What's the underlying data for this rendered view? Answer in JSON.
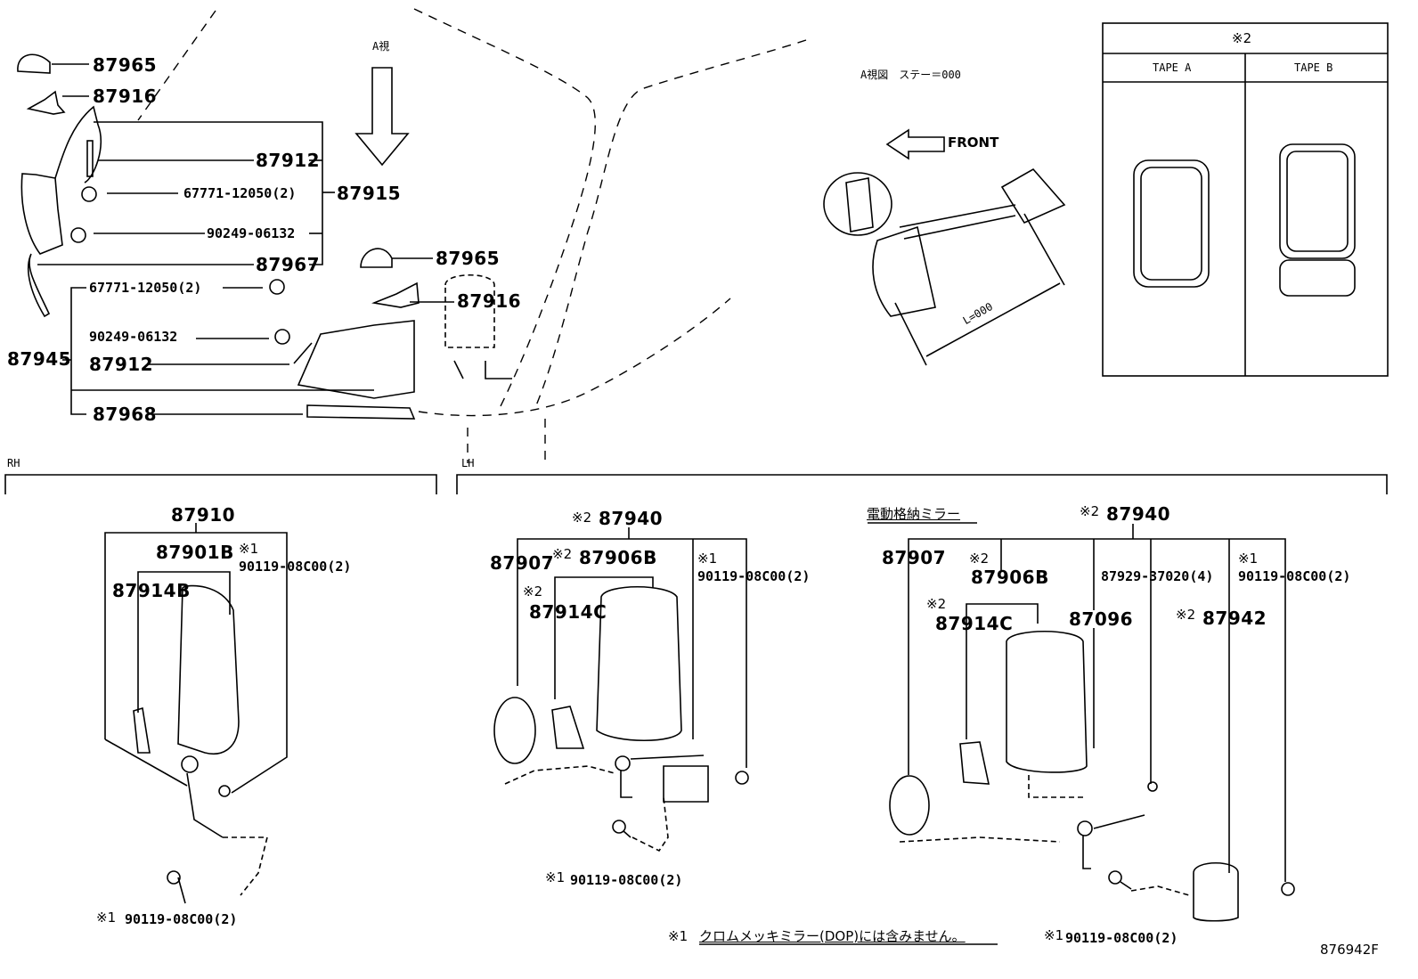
{
  "view_a_label": "A視",
  "view_a_note": "A視図　ステー＝000",
  "front_label": "FRONT",
  "length_label": "L=000",
  "section_rh": "RH",
  "section_lh": "LH",
  "electric_mirror_label": "電動格納ミラー",
  "tape_table": {
    "header": "※2",
    "col_a": "TAPE A",
    "col_b": "TAPE B"
  },
  "top_left": {
    "p87965a": "87965",
    "p87916a": "87916",
    "p87912a": "87912",
    "p67771a": "67771-12050(2)",
    "p87915": "87915",
    "p90249a": "90249-06132",
    "p87967": "87967",
    "p87965b": "87965",
    "p87916b": "87916",
    "p67771b": "67771-12050(2)",
    "p90249b": "90249-06132",
    "p87945": "87945",
    "p87912b": "87912",
    "p87968": "87968"
  },
  "rh": {
    "p87910": "87910",
    "p87901b": "87901B",
    "note1": "※1",
    "p90119": "90119-08C00(2)",
    "p87914b": "87914B",
    "bottom_ref": "※1",
    "bottom_part": "90119-08C00(2)"
  },
  "lh1": {
    "note2": "※2",
    "p87940": "87940",
    "p87907": "87907",
    "note2b": "※2",
    "p87906b": "87906B",
    "note1": "※1",
    "p90119": "90119-08C00(2)",
    "note2c": "※2",
    "p87914c": "87914C",
    "bottom_ref": "※1",
    "bottom_part": "90119-08C00(2)"
  },
  "lh2": {
    "note2": "※2",
    "p87940": "87940",
    "p87907": "87907",
    "note2b": "※2",
    "p87906b": "87906B",
    "p87929": "87929-37020(4)",
    "note1": "※1",
    "p90119": "90119-08C00(2)",
    "note2c": "※2",
    "p87914c": "87914C",
    "p87096": "87096",
    "note2d": "※2",
    "p87942": "87942",
    "bottom_ref": "※1",
    "bottom_part": "90119-08C00(2)"
  },
  "footnote_ref": "※1",
  "footnote_text": "クロムメッキミラー(DOP)には含みません。",
  "diagram_id": "876942F"
}
